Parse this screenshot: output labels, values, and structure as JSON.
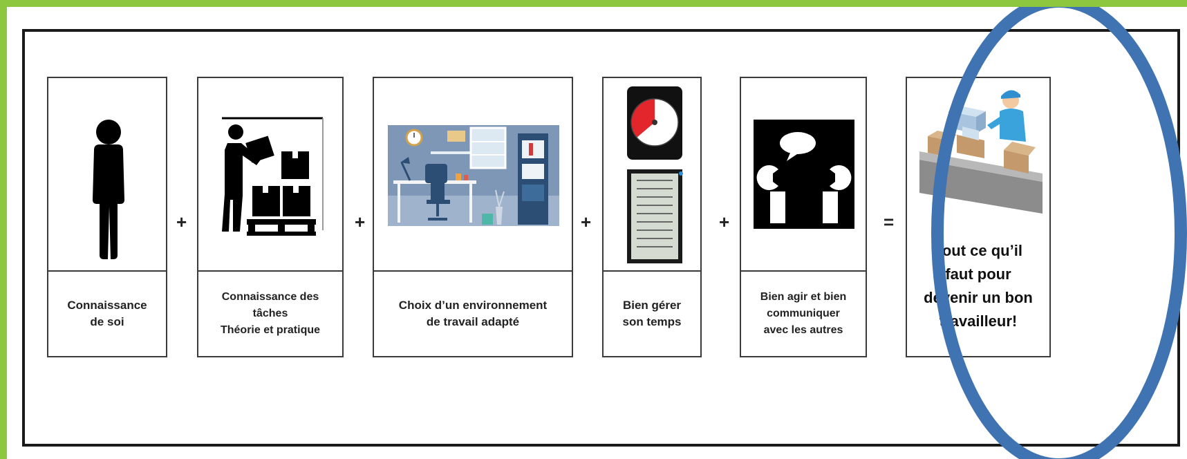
{
  "cards": [
    {
      "lines": [
        "Connaissance",
        "de soi"
      ],
      "icon": "person-icon"
    },
    {
      "lines": [
        "Connaissance des",
        "tâches",
        "Théorie et pratique"
      ],
      "icon": "worker-boxes-icon"
    },
    {
      "lines": [
        "Choix d’un environnement",
        "de travail adapté"
      ],
      "icon": "office-scene-icon"
    },
    {
      "lines": [
        "Bien gérer",
        "son temps"
      ],
      "icon": "timer-schedule-icon"
    },
    {
      "lines": [
        "Bien agir et bien",
        "communiquer",
        "avec les autres"
      ],
      "icon": "conversation-icon"
    },
    {
      "lines": [
        "Tout ce qu’il",
        "faut pour",
        "devenir un bon",
        "travailleur!"
      ],
      "icon": "packing-worker-icon"
    }
  ],
  "operators": [
    "+",
    "+",
    "+",
    "+",
    "="
  ],
  "colors": {
    "border": "#8dc63f",
    "highlight_ring": "#3f73b2",
    "timer_red": "#e3262b",
    "office_blue": "#6f88a8"
  }
}
